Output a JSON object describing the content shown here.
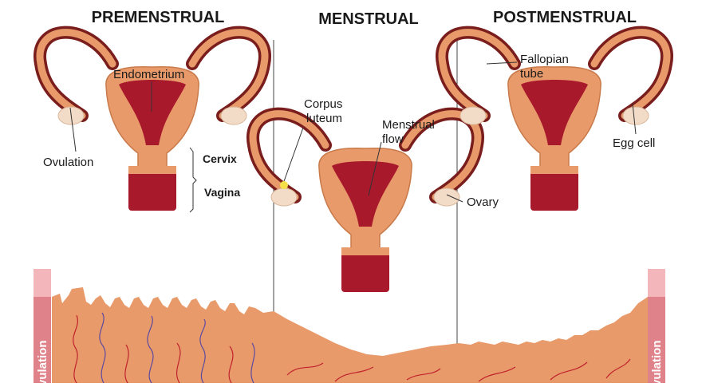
{
  "phases": {
    "premenstrual": "PREMENSTRUAL",
    "menstrual": "MENSTRUAL",
    "postmenstrual": "POSTMENSTRUAL"
  },
  "labels": {
    "endometrium": "Endometrium",
    "ovulation": "Ovulation",
    "cervix": "Cervix",
    "vagina": "Vagina",
    "corpus_luteum_1": "Corpus",
    "corpus_luteum_2": "luteum",
    "menstrual_flow_1": "Menstrual",
    "menstrual_flow_2": "flow",
    "ovary": "Ovary",
    "fallopian_tube_1": "Fallopian",
    "fallopian_tube_2": "tube",
    "egg_cell": "Egg cell"
  },
  "side_labels": {
    "left": "vulation",
    "right": "vulation"
  },
  "colors": {
    "tissue": "#e89a6a",
    "tissue_dark": "#d27f4f",
    "lining": "#a8192c",
    "muscle_outline": "#7a1d1d",
    "ovary": "#f2dcc8",
    "ovulation_bar": "#e0828a",
    "vessel_red": "#c0222d",
    "vessel_blue": "#5b4aa0"
  }
}
